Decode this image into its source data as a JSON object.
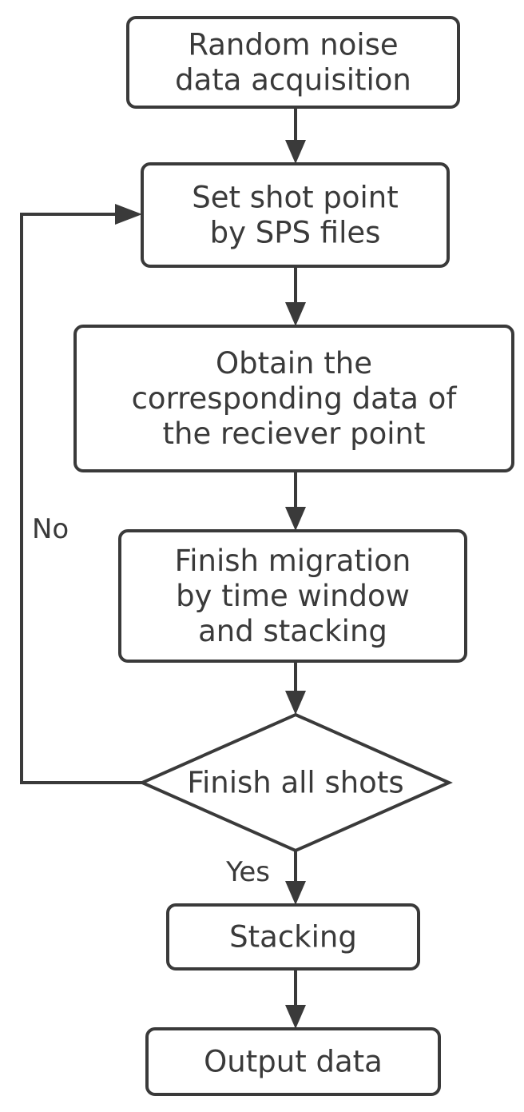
{
  "flowchart": {
    "nodes": [
      {
        "id": "acquisition",
        "shape": "rect",
        "lines": [
          "Random noise",
          "data acquisition"
        ]
      },
      {
        "id": "set-shot",
        "shape": "rect",
        "lines": [
          "Set shot point",
          "by SPS files"
        ]
      },
      {
        "id": "obtain",
        "shape": "rect",
        "lines": [
          "Obtain the",
          "corresponding data of",
          "the reciever point"
        ]
      },
      {
        "id": "migration",
        "shape": "rect",
        "lines": [
          "Finish migration",
          "by time window",
          "and stacking"
        ]
      },
      {
        "id": "finish-all",
        "shape": "diamond",
        "lines": [
          "Finish all shots"
        ]
      },
      {
        "id": "stacking",
        "shape": "rect",
        "lines": [
          "Stacking"
        ]
      },
      {
        "id": "output",
        "shape": "rect",
        "lines": [
          "Output data"
        ]
      }
    ],
    "edges": [
      {
        "from": "acquisition",
        "to": "set-shot",
        "label": ""
      },
      {
        "from": "set-shot",
        "to": "obtain",
        "label": ""
      },
      {
        "from": "obtain",
        "to": "migration",
        "label": ""
      },
      {
        "from": "migration",
        "to": "finish-all",
        "label": ""
      },
      {
        "from": "finish-all",
        "to": "stacking",
        "label": "Yes"
      },
      {
        "from": "stacking",
        "to": "output",
        "label": ""
      },
      {
        "from": "finish-all",
        "to": "set-shot",
        "label": "No"
      }
    ],
    "colors": {
      "stroke": "#3a3a3a",
      "text": "#3a3a3a",
      "background": "#ffffff"
    }
  }
}
